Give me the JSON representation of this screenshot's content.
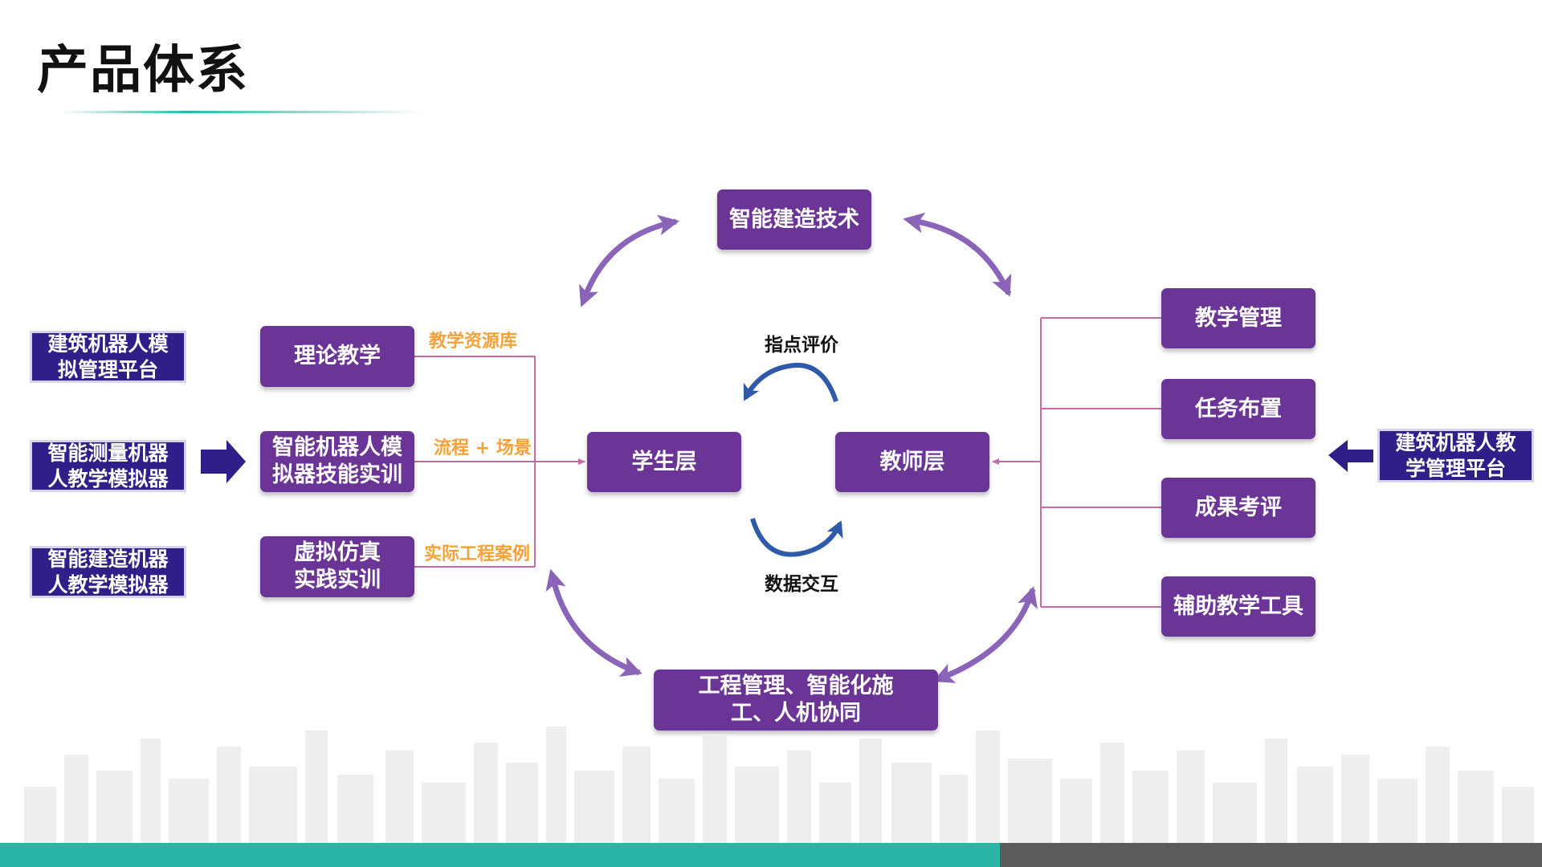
{
  "title": "产品体系",
  "top_node": "智能建造技术",
  "bottom_node": "工程管理、智能化施工、人机协同",
  "center": {
    "student": "学生层",
    "teacher": "教师层",
    "upper_label": "指点评价",
    "lower_label": "数据交互"
  },
  "left_platforms": [
    "建筑机器人模拟管理平台",
    "智能测量机器人教学模拟器",
    "智能建造机器人教学模拟器"
  ],
  "training_modules": [
    "理论教学",
    "智能机器人模拟器技能实训",
    "虚拟仿真实践实训"
  ],
  "module_tags": [
    "教学资源库",
    "流程 + 场景",
    "实际工程案例"
  ],
  "teacher_functions": [
    "教学管理",
    "任务布置",
    "成果考评",
    "辅助教学工具"
  ],
  "right_platform": "建筑机器人教学管理平台",
  "colors": {
    "purple_box": "#6a3596",
    "navy_box": "#2f1f88",
    "arrow_purple": "#8a64b8",
    "cycle_blue": "#2e5aa8",
    "tag_orange": "#f5a13a",
    "connector_pink": "#c46aa6",
    "footer_teal": "#2ab5a7",
    "footer_gray": "#5b5b5b"
  }
}
